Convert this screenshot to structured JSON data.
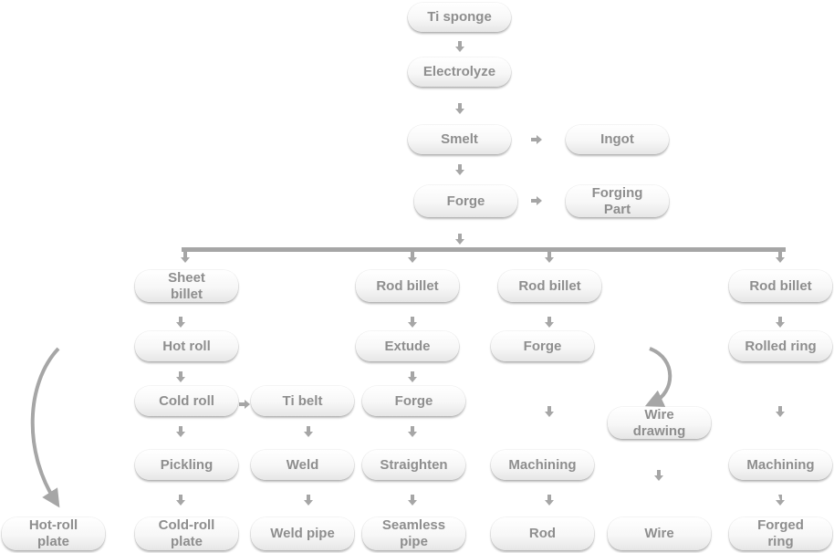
{
  "nodes": {
    "ti_sponge": "Ti sponge",
    "electrolyze": "Electrolyze",
    "smelt": "Smelt",
    "ingot": "Ingot",
    "forge_main": "Forge",
    "forging_part": "Forging Part",
    "sheet_billet": "Sheet billet",
    "rod_billet_1": "Rod billet",
    "rod_billet_2": "Rod billet",
    "rod_billet_3": "Rod billet",
    "hot_roll": "Hot roll",
    "extude": "Extude",
    "forge_col3": "Forge",
    "rolled_ring": "Rolled ring",
    "cold_roll": "Cold roll",
    "ti_belt": "Ti belt",
    "forge_col2": "Forge",
    "wire_drawing": "Wire drawing",
    "pickling": "Pickling",
    "weld": "Weld",
    "straighten": "Straighten",
    "machining_1": "Machining",
    "machining_2": "Machining",
    "hot_roll_plate": "Hot-roll plate",
    "cold_roll_plate": "Cold-roll plate",
    "weld_pipe": "Weld pipe",
    "seamless_pipe": "Seamless pipe",
    "rod": "Rod",
    "wire": "Wire",
    "forged_ring": "Forged ring"
  },
  "colors": {
    "text": "#8e8e8e",
    "arrow": "#a6a6a6"
  }
}
